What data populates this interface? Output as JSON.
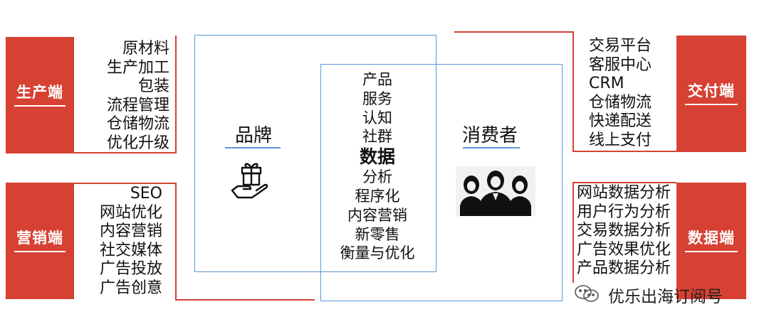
{
  "production": {
    "tag": "生产端",
    "items": [
      "原材料",
      "生产加工",
      "包装",
      "流程管理",
      "仓储物流",
      "优化升级"
    ]
  },
  "marketing": {
    "tag": "营销端",
    "items": [
      "SEO",
      "网站优化",
      "内容营销",
      "社交媒体",
      "广告投放",
      "广告创意"
    ]
  },
  "delivery": {
    "tag": "交付端",
    "items": [
      "交易平台",
      "客服中心",
      "CRM",
      "仓储物流",
      "快递配送",
      "线上支付"
    ]
  },
  "data_side": {
    "tag": "数据端",
    "items": [
      "网站数据分析",
      "用户行为分析",
      "交易数据分析",
      "广告效果优化",
      "产品数据分析"
    ]
  },
  "brand": {
    "title": "品牌",
    "icon": "gift-hand-icon"
  },
  "consumer": {
    "title": "消费者",
    "icon": "people-group-icon"
  },
  "center": {
    "items": [
      "产品",
      "服务",
      "认知",
      "社群"
    ],
    "highlight": "数据",
    "items2": [
      "分析",
      "程序化",
      "内容营销",
      "新零售",
      "衡量与优化"
    ]
  },
  "watermark": {
    "icon": "wechat-icon",
    "text": "优乐出海订阅号"
  },
  "colors": {
    "tag_red": "#d64133",
    "frame_blue": "#5a9ad8"
  }
}
